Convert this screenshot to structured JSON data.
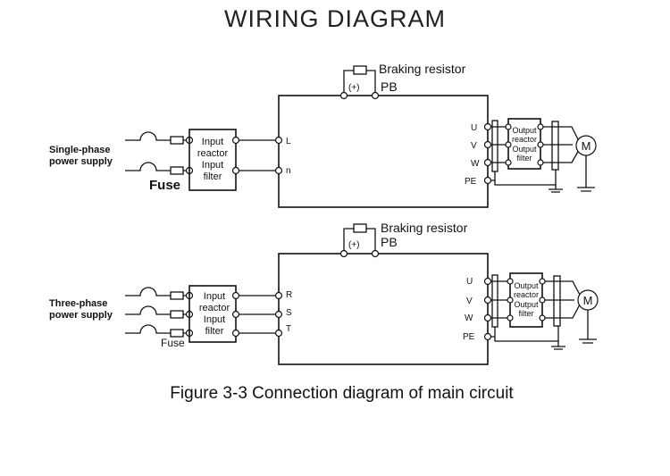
{
  "title": "WIRING DIAGRAM",
  "caption": "Figure 3-3 Connection diagram of main circuit",
  "single": {
    "supply_line1": "Single-phase",
    "supply_line2": "power supply",
    "fuse": "Fuse",
    "input_block": [
      "Input",
      "reactor",
      "Input",
      "filter"
    ],
    "terminals_in": [
      "L",
      "n"
    ],
    "braking_resistor": "Braking resistor",
    "plus": "(+)",
    "pb": "PB",
    "terminals_out": [
      "U",
      "V",
      "W",
      "PE"
    ],
    "output_block": [
      "Output",
      "reactor",
      "Output",
      "filter"
    ],
    "motor": "M"
  },
  "three": {
    "supply_line1": "Three-phase",
    "supply_line2": "power supply",
    "fuse": "Fuse",
    "input_block": [
      "Input",
      "reactor",
      "Input",
      "filter"
    ],
    "terminals_in": [
      "R",
      "S",
      "T"
    ],
    "braking_resistor": "Braking resistor",
    "plus": "(+)",
    "pb": "PB",
    "terminals_out": [
      "U",
      "V",
      "W",
      "PE"
    ],
    "output_block": [
      "Output",
      "reactor",
      "Output",
      "filter"
    ],
    "motor": "M"
  }
}
